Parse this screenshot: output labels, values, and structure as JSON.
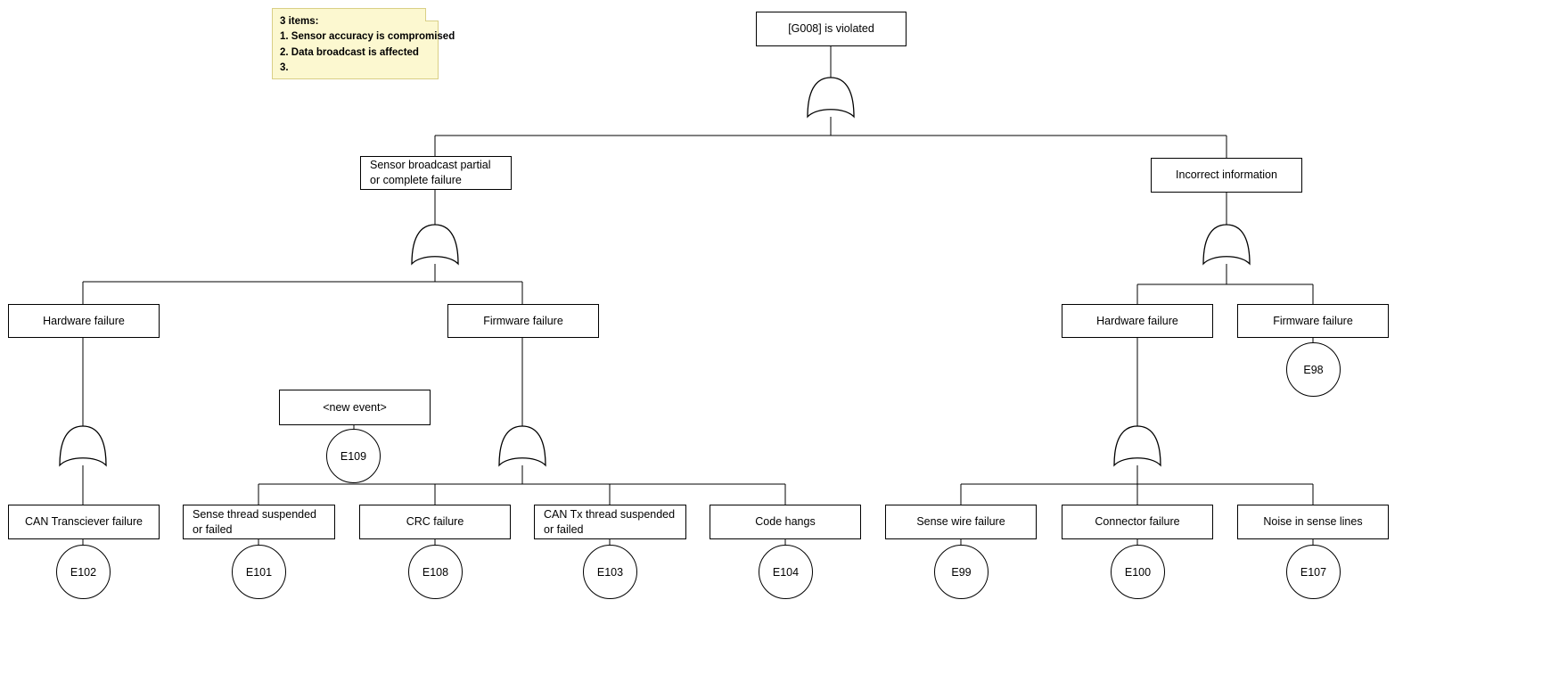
{
  "diagram": {
    "kind": "fault-tree",
    "note": {
      "lines": [
        "3 items:",
        "1. Sensor accuracy is compromised",
        "2. Data broadcast is affected",
        "3."
      ]
    },
    "nodes": {
      "root": "[G008] is violated",
      "sensor_broadcast": "Sensor broadcast partial or complete failure",
      "incorrect_information": "Incorrect information",
      "hw_left": "Hardware failure",
      "fw_left": "Firmware failure",
      "hw_right": "Hardware failure",
      "fw_right": "Firmware failure",
      "new_event": "<new event>",
      "can_transciever": "CAN Transciever failure",
      "sense_thread": "Sense thread suspended or failed",
      "crc_failure": "CRC failure",
      "can_tx_thread": "CAN Tx thread suspended or failed",
      "code_hangs": "Code hangs",
      "sense_wire": "Sense wire failure",
      "connector_failure": "Connector failure",
      "noise_sense_lines": "Noise in sense lines"
    },
    "event_ids": {
      "new_event": "E109",
      "fw_right": "E98",
      "can_transciever": "E102",
      "sense_thread": "E101",
      "crc_failure": "E108",
      "can_tx_thread": "E103",
      "code_hangs": "E104",
      "sense_wire": "E99",
      "connector_failure": "E100",
      "noise_sense_lines": "E107"
    },
    "gates": {
      "root_gate": "or-gate",
      "sensor_broadcast_gate": "or-gate",
      "incorrect_information_gate": "or-gate",
      "hw_left_gate": "or-gate",
      "fw_left_gate": "or-gate",
      "hw_right_gate": "or-gate"
    },
    "colors": {
      "stroke": "#000000",
      "node_fill": "#ffffff",
      "note_fill": "#fcf8d0",
      "note_border": "#d9cf86"
    }
  }
}
